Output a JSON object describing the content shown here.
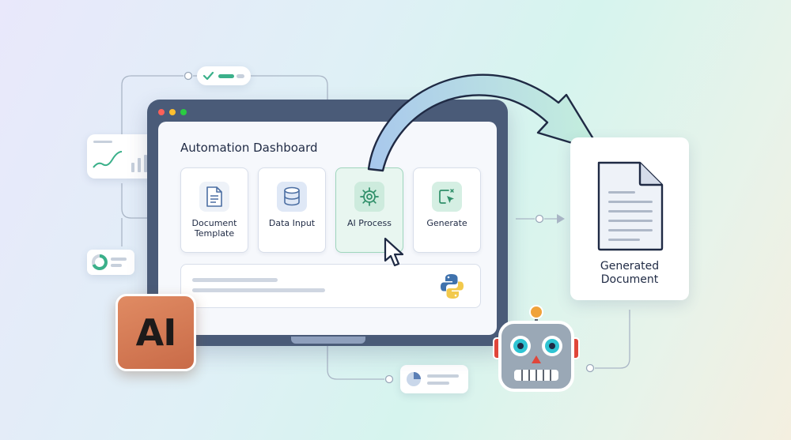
{
  "dashboard": {
    "title": "Automation Dashboard",
    "cards": [
      {
        "label": "Document\nTemplate",
        "icon": "document-icon",
        "active": false
      },
      {
        "label": "Data Input",
        "icon": "database-icon",
        "active": false
      },
      {
        "label": "AI Process",
        "icon": "gear-icon",
        "active": true
      },
      {
        "label": "Generate",
        "icon": "generate-icon",
        "active": false
      }
    ]
  },
  "output": {
    "label": "Generated\nDocument",
    "icon": "generated-document-icon"
  },
  "badge": {
    "text": "AI"
  },
  "colors": {
    "laptop_frame": "#4a5b78",
    "active_card": "#e8f6f0",
    "accent_green": "#39a37a",
    "ai_badge": "#d27a55",
    "arrow_gradient_start": "#a8c8ec",
    "arrow_gradient_end": "#c5efdd"
  }
}
